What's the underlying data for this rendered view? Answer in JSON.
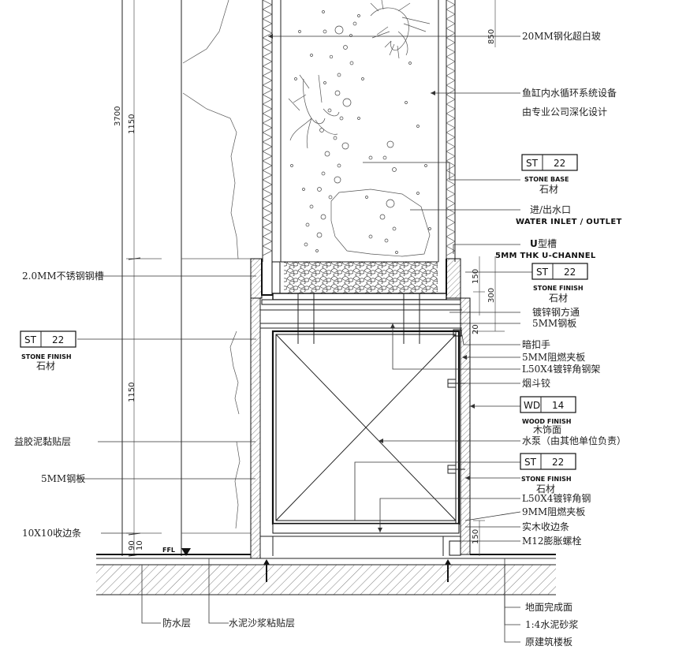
{
  "labels_right": {
    "glass": "20MM钢化超白玻",
    "circulation_1": "鱼缸内水循环系统设备",
    "circulation_2": "由专业公司深化设计",
    "inlet_cn": "进/出水口",
    "inlet_en": "WATER INLET / OUTLET",
    "uchannel_cn_u": "U",
    "uchannel_cn": "型槽",
    "uchannel_en": "5MM THK U-CHANNEL",
    "galv_tube": "镀锌钢方通",
    "steel_plate_5": "5MM钢板",
    "hidden_handle": "暗扣手",
    "fire_board_5": "5MM阻燃夹板",
    "angle_frame": "L50X4镀锌角钢架",
    "hinge": "烟斗铰",
    "wood_cn": "木饰面",
    "pump": "水泵（由其他单位负责）",
    "angle_steel": "L50X4镀锌角钢",
    "fire_board_9": "9MM阻燃夹板",
    "wood_trim": "实木收边条",
    "bolt": "M12膨胀螺栓",
    "floor_finish": "地面完成面",
    "mortar": "1:4水泥砂浆",
    "slab": "原建筑楼板"
  },
  "labels_left": {
    "stainless_channel": "2.0MM不锈钢钢槽",
    "adhesive": "益胶泥黏贴层",
    "steel_plate": "5MM钢板",
    "edge_trim": "10X10收边条",
    "waterproof": "防水层",
    "cement_bond": "水泥沙浆粘贴层"
  },
  "tags": [
    {
      "code": "ST",
      "num": "22",
      "en": "STONE BASE",
      "cn": "石材"
    },
    {
      "code": "ST",
      "num": "22",
      "en": "STONE FINISH",
      "cn": "石材"
    },
    {
      "code": "ST",
      "num": "22",
      "en": "STONE FINISH",
      "cn": "石材"
    },
    {
      "code": "WD",
      "num": "14",
      "en": "WOOD FINISH",
      "cn": ""
    },
    {
      "code": "ST",
      "num": "22",
      "en": "STONE FINISH",
      "cn": "石材"
    }
  ],
  "dimensions": {
    "d3700": "3700",
    "d1150_top": "1150",
    "d1150_low": "1150",
    "d90": "90",
    "d10": "10",
    "d850": "850",
    "d150_a": "150",
    "d300": "300",
    "d20": "20",
    "d150_b": "150"
  },
  "ffl": "FFL"
}
